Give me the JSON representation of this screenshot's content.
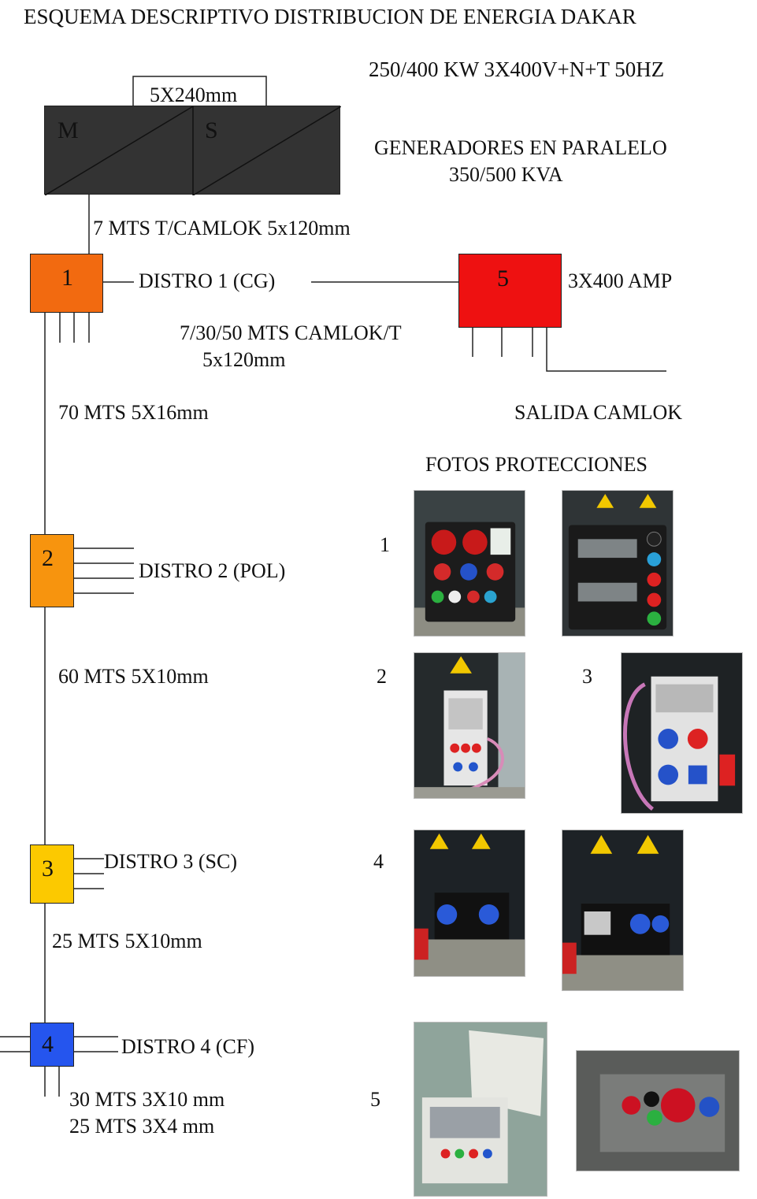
{
  "title": "ESQUEMA DESCRIPTIVO DISTRIBUCION DE ENERGIA DAKAR",
  "power_spec": "250/400 KW 3X400V+N+T 50HZ",
  "generators": {
    "label_line1": "GENERADORES EN PARALELO",
    "label_line2": "350/500 KVA",
    "master": "M",
    "slave": "S",
    "link_cable": "5X240mm",
    "color": "#333333"
  },
  "cable_gen_to_d1": "7 MTS T/CAMLOK 5x120mm",
  "distro1": {
    "number": "1",
    "label": "DISTRO 1 (CG)",
    "color": "#f26a10"
  },
  "distro5": {
    "number": "5",
    "label": "3X400 AMP",
    "color": "#ee1111"
  },
  "cable_d1_to_d5_line1": "7/30/50 MTS CAMLOK/T",
  "cable_d1_to_d5_line2": "5x120mm",
  "salida": "SALIDA CAMLOK",
  "cable_d1_to_d2": "70 MTS 5X16mm",
  "distro2": {
    "number": "2",
    "label": "DISTRO 2 (POL)",
    "color": "#f7940e"
  },
  "cable_d2_to_d3": "60 MTS 5X10mm",
  "distro3": {
    "number": "3",
    "label": "DISTRO 3 (SC)",
    "color": "#fcc900"
  },
  "cable_d3_to_d4": "25 MTS 5X10mm",
  "distro4": {
    "number": "4",
    "label": "DISTRO 4 (CF)",
    "color": "#2555ee"
  },
  "cable_d4_out_line1": "30 MTS 3X10 mm",
  "cable_d4_out_line2": "25 MTS 3X4 mm",
  "photos": {
    "heading": "FOTOS PROTECCIONES",
    "labels": [
      "1",
      "2",
      "3",
      "4",
      "5"
    ]
  }
}
